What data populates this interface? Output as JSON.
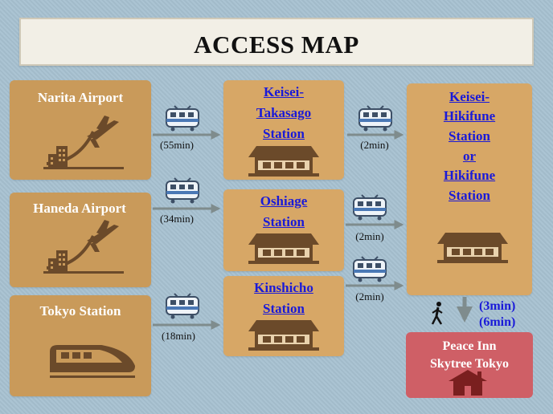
{
  "title": "ACCESS MAP",
  "origins": [
    {
      "name": "Narita Airport"
    },
    {
      "name": "Haneda Airport"
    },
    {
      "name": "Tokyo Station"
    }
  ],
  "stations": [
    {
      "lines": [
        "Keisei-",
        "Takasago",
        "Station"
      ]
    },
    {
      "lines": [
        "Oshiage",
        "Station"
      ]
    },
    {
      "lines": [
        "Kinshicho",
        "Station"
      ]
    }
  ],
  "destination": {
    "lines": [
      "Keisei-",
      "Hikifune",
      "Station",
      "or",
      "Hikifune",
      "Station"
    ]
  },
  "durations": {
    "narita_to_takasago": "(55min)",
    "haneda_to_oshiage": "(34min)",
    "tokyo_to_kinshicho": "(18min)",
    "takasago_to_hikifune": "(2min)",
    "oshiage_to_hikifune": "(2min)",
    "kinshicho_to_hikifune": "(2min)"
  },
  "walk": {
    "time_1": "(3min)",
    "time_2": "(6min)"
  },
  "hotel": {
    "line1": "Peace Inn",
    "line2": "Skytree Tokyo"
  },
  "colors": {
    "background": "#a7c1d1",
    "box": "#d7a766",
    "hotel": "#cf5f66",
    "link": "#1a1ad8",
    "arrow": "#7f8c8d",
    "icon_brown": "#6b4a2a"
  }
}
